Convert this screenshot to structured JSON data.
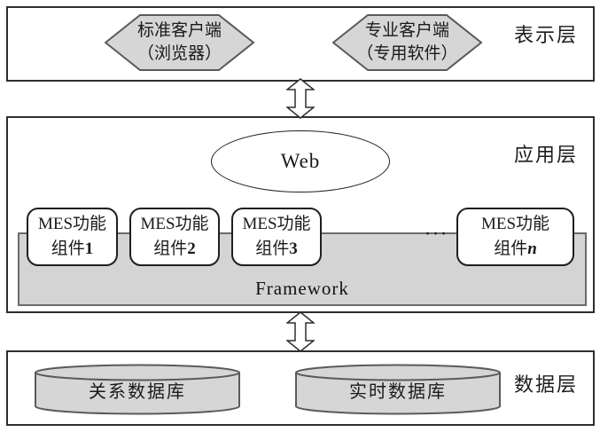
{
  "presentation_layer": {
    "label": "表示层",
    "clients": [
      {
        "line1": "标准客户端",
        "line2": "（浏览器）"
      },
      {
        "line1": "专业客户端",
        "line2": "（专用软件）"
      }
    ]
  },
  "application_layer": {
    "label": "应用层",
    "web_label": "Web",
    "components": [
      {
        "line1": "MES功能",
        "line2": "组件",
        "num": "1"
      },
      {
        "line1": "MES功能",
        "line2": "组件",
        "num": "2"
      },
      {
        "line1": "MES功能",
        "line2": "组件",
        "num": "3"
      },
      {
        "line1": "MES功能",
        "line2": "组件",
        "num": "n"
      }
    ],
    "ellipsis": "···",
    "framework_label": "Framework"
  },
  "data_layer": {
    "label": "数据层",
    "databases": [
      {
        "name": "关系数据库"
      },
      {
        "name": "实时数据库"
      }
    ]
  },
  "colors": {
    "background": "#ffffff",
    "layer_border": "#2e2e2e",
    "shape_fill": "#d6d6d6",
    "shape_border": "#5a5a5a",
    "framework_fill": "#d4d4d4",
    "text": "#1a1a1a"
  }
}
